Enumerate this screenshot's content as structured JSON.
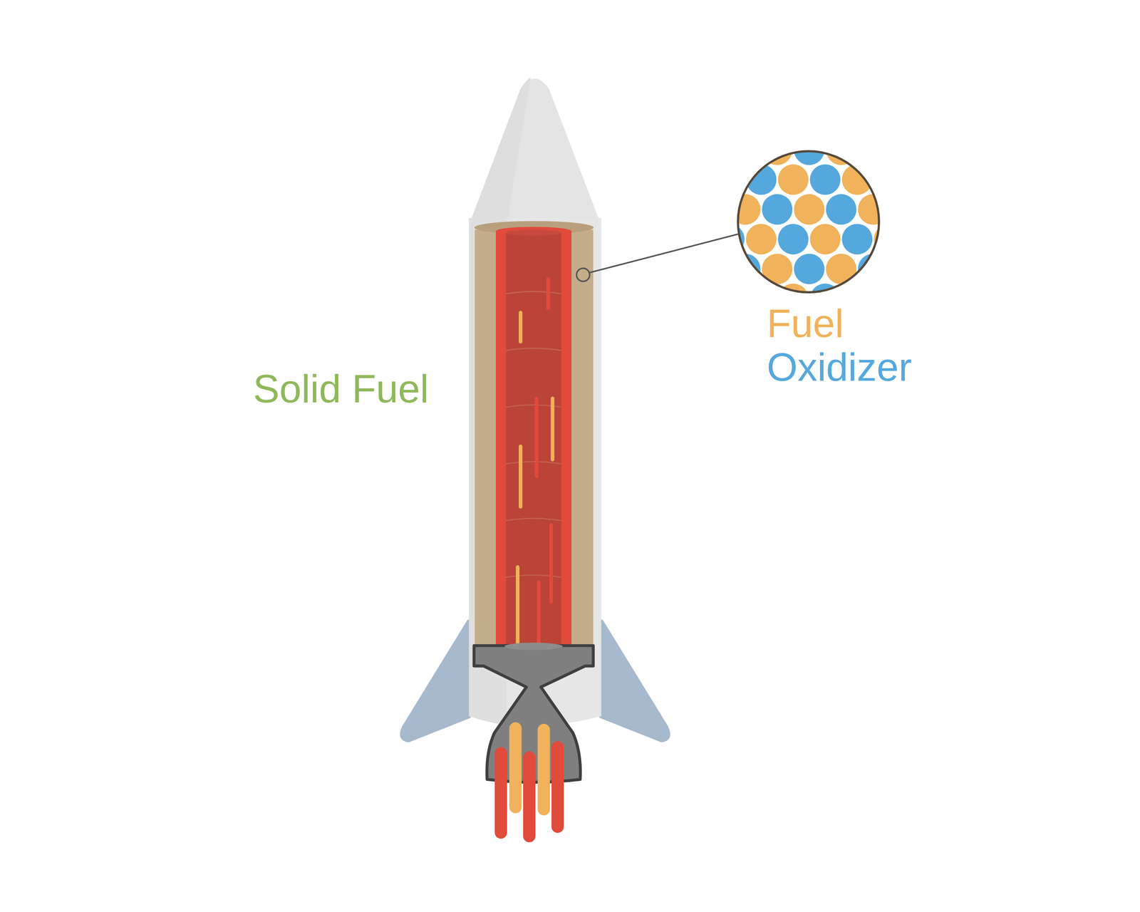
{
  "diagram": {
    "labels": [
      "Solid Fuel",
      "Fuel",
      "Oxidizer"
    ]
  }
}
